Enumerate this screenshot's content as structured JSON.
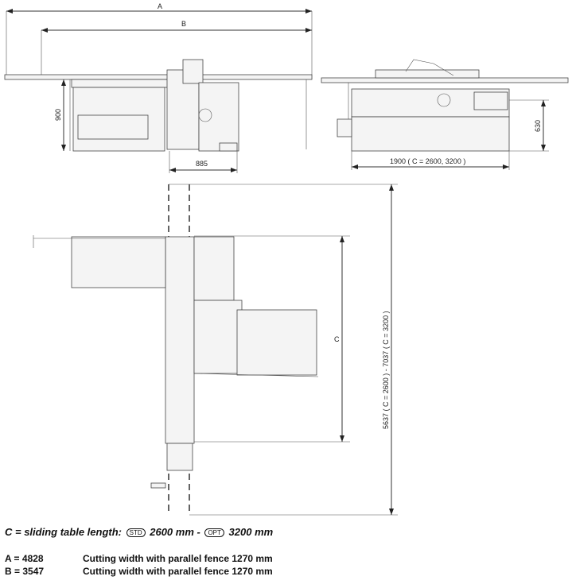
{
  "dimensions": {
    "a_label": "A",
    "b_label": "B",
    "height_front": "900",
    "depth_front": "885",
    "length_side": "1900 ( C = 2600, 3200 )",
    "height_side": "630",
    "c_label": "C",
    "total_length": "5637 ( C = 2600 ) - 7037 ( C = 3200 )"
  },
  "legend": {
    "c_prefix": "C = sliding table length:",
    "std_badge": "STD",
    "std_value": "2600 mm -",
    "opt_badge": "OPT",
    "opt_value": "3200 mm",
    "rows": [
      {
        "key": "A = 4828",
        "text": "Cutting width with parallel fence 1270 mm"
      },
      {
        "key": "B = 3547",
        "text": "Cutting width with parallel fence 1270 mm"
      }
    ]
  }
}
